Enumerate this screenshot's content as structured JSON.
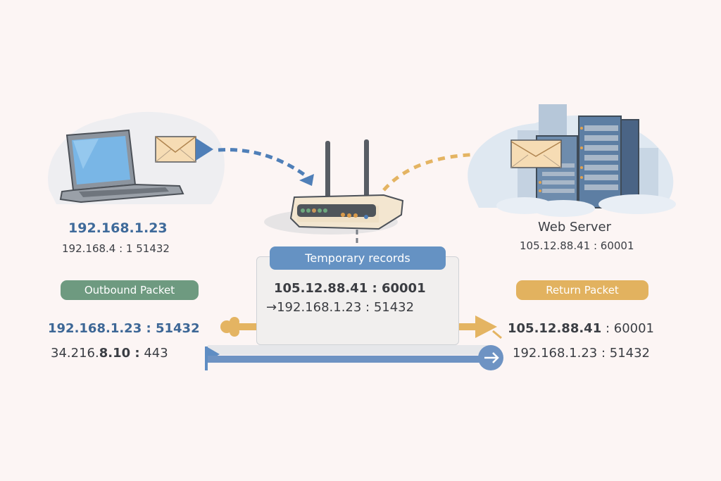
{
  "client": {
    "icon": "laptop-icon",
    "packet_icon": "envelope-icon",
    "ip": "192.168.1.23",
    "socket": "192.168.4 : 1 51432"
  },
  "router": {
    "icon": "router-icon",
    "records_title": "Temporary records",
    "record_line_1": "105.12.88.41 : 60001",
    "record_line_2": "→192.168.1.23 : 51432"
  },
  "server": {
    "icon": "server-rack-icon",
    "packet_icon": "envelope-icon",
    "title": "Web Server",
    "socket": "105.12.88.41 : 60001"
  },
  "outbound": {
    "label": "Outbound Packet",
    "source": "192.168.1.23 : 51432",
    "dest_prefix": "34.216.",
    "dest_bold": "8.10 :",
    "dest_suffix": " 443"
  },
  "return": {
    "label": "Return Packet",
    "source_bold": "105.12.88.41",
    "source_suffix": " : 60001",
    "dest": "192.168.1.23 : 51432"
  },
  "colors": {
    "blue": "#5f8dc3",
    "orange": "#e4b462",
    "green": "#6e9a80",
    "background": "#fcf5f4"
  }
}
